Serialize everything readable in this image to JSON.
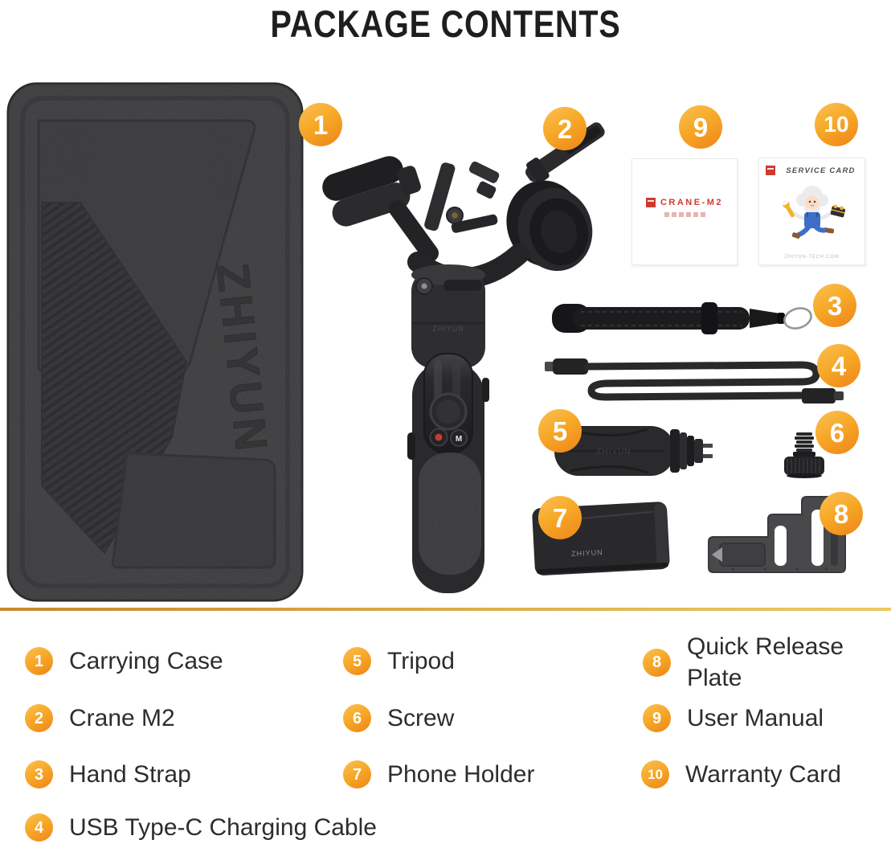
{
  "title": "PACKAGE CONTENTS",
  "items": [
    {
      "number": "1",
      "label": "Carrying Case"
    },
    {
      "number": "2",
      "label": "Crane M2"
    },
    {
      "number": "3",
      "label": "Hand Strap"
    },
    {
      "number": "4",
      "label": "USB Type-C Charging Cable"
    },
    {
      "number": "5",
      "label": "Tripod"
    },
    {
      "number": "6",
      "label": "Screw"
    },
    {
      "number": "7",
      "label": "Phone Holder"
    },
    {
      "number": "8",
      "label": "Quick Release Plate"
    },
    {
      "number": "9",
      "label": "User Manual"
    },
    {
      "number": "10",
      "label": "Warranty Card"
    }
  ],
  "cards": {
    "user_manual": {
      "product_name": "CRANE-M2"
    },
    "service_card": {
      "title": "SERVICE CARD",
      "website": "ZHIYUN-TECH.COM"
    }
  },
  "branding": {
    "logo_text": "ZHIYUN",
    "mode_button_label": "M"
  },
  "colors": {
    "badge_gradient_top": "#F9B233",
    "badge_gradient_bottom": "#EE8418",
    "divider_left": "#C9882F",
    "divider_right": "#EACB62",
    "brand_red": "#CE3A31",
    "title_black": "#1E1E1E",
    "legend_text": "#2D2D2D",
    "cartoon_blue": "#3E6FC4",
    "cartoon_yellow": "#F2B32A"
  }
}
